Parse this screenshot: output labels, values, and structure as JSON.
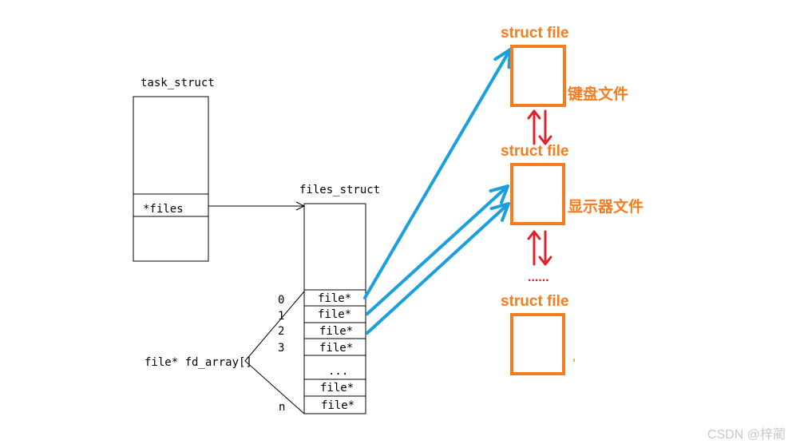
{
  "task_struct": {
    "title": "task_struct",
    "files_field": "*files"
  },
  "files_struct": {
    "title": "files_struct",
    "slots": [
      "file*",
      "file*",
      "file*",
      "file*",
      "...",
      "file*",
      "file*"
    ],
    "indices": [
      "0",
      "1",
      "2",
      "3",
      "n"
    ]
  },
  "fd_array_label": "file* fd_array[]",
  "struct_files": [
    {
      "title": "struct file",
      "label": "键盘文件"
    },
    {
      "title": "struct file",
      "label": "显示器文件"
    },
    {
      "title": "struct file",
      "label": ""
    }
  ],
  "ellipsis": "......",
  "watermark": "CSDN @梓蔺",
  "colors": {
    "arrow_blue": "#1aa0e0",
    "arrow_red": "#e0202a",
    "orange": "#f57c1f",
    "line": "#000000"
  }
}
